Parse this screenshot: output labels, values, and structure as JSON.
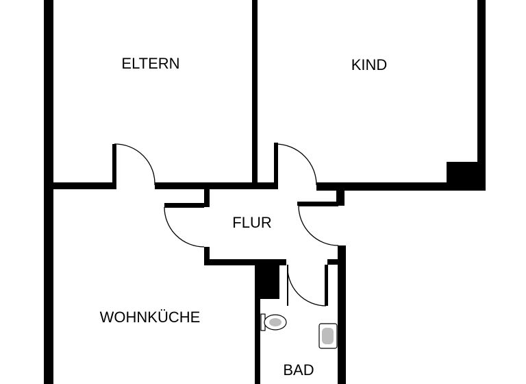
{
  "floorplan": {
    "rooms": {
      "eltern": "ELTERN",
      "kind": "KIND",
      "flur": "FLUR",
      "wohnkueche": "WOHNKÜCHE",
      "bad": "BAD"
    },
    "colors": {
      "wall": "#000000",
      "background": "#ffffff"
    }
  }
}
